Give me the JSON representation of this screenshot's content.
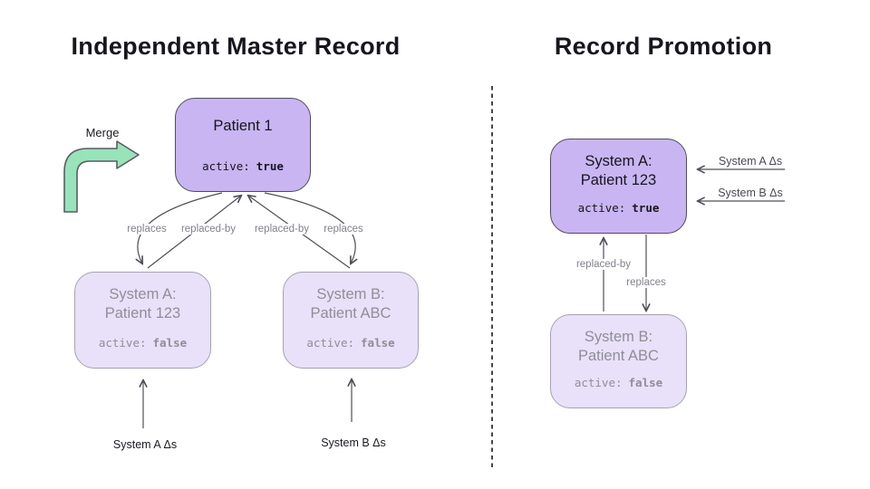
{
  "left_panel": {
    "title": "Independent Master Record",
    "merge_label": "Merge",
    "master_box": {
      "title": "Patient 1",
      "active_label": "active:",
      "active_value": "true"
    },
    "system_a_box": {
      "title_line1": "System A:",
      "title_line2": "Patient 123",
      "active_label": "active:",
      "active_value": "false"
    },
    "system_b_box": {
      "title_line1": "System B:",
      "title_line2": "Patient ABC",
      "active_label": "active:",
      "active_value": "false"
    },
    "edge_labels": {
      "replaces_left": "replaces",
      "replaced_by_left": "replaced-by",
      "replaced_by_right": "replaced-by",
      "replaces_right": "replaces"
    },
    "input_labels": {
      "system_a": "System A Δs",
      "system_b": "System B Δs"
    }
  },
  "right_panel": {
    "title": "Record Promotion",
    "master_box": {
      "title_line1": "System A:",
      "title_line2": "Patient 123",
      "active_label": "active:",
      "active_value": "true"
    },
    "system_b_box": {
      "title_line1": "System B:",
      "title_line2": "Patient ABC",
      "active_label": "active:",
      "active_value": "false"
    },
    "edge_labels": {
      "replaced_by": "replaced-by",
      "replaces": "replaces"
    },
    "input_labels": {
      "system_a": "System A Δs",
      "system_b": "System B Δs"
    }
  },
  "colors": {
    "master_fill": "#c8b5f2",
    "master_border": "#4f4e57",
    "inactive_fill": "#e8e1f9",
    "inactive_border": "#a5a3b0",
    "inactive_text": "#8f8e98",
    "dark_text": "#17161d",
    "edge_label_text": "#82818b",
    "arrow_stroke": "#4f4f58",
    "merge_arrow_fill": "#99e3bb",
    "merge_arrow_stroke": "#5c5b64"
  }
}
